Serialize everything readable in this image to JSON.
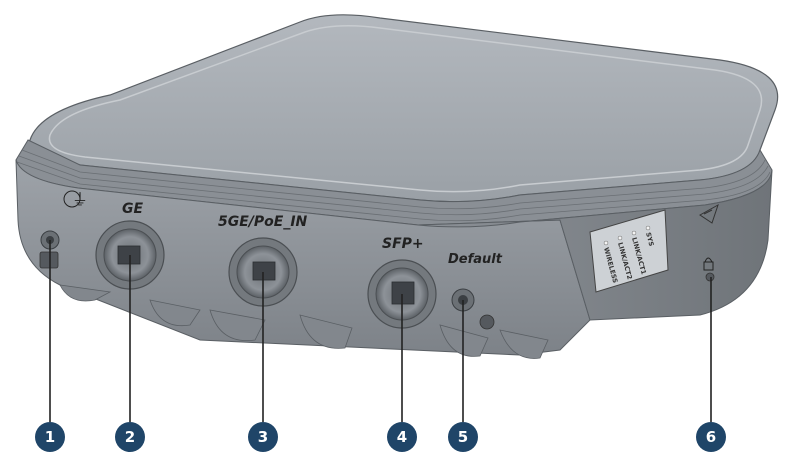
{
  "labels": {
    "ground_symbol": "⏚",
    "ge": "GE",
    "poe": "5GE/PoE_IN",
    "sfp": "SFP+",
    "default": "Default"
  },
  "leds": [
    "SYS",
    "LINK/ACT1",
    "LINK/ACT2",
    "WIRELESS"
  ],
  "callouts": [
    {
      "id": "1",
      "target": "ground-screw"
    },
    {
      "id": "2",
      "target": "ge-port"
    },
    {
      "id": "3",
      "target": "poe-port"
    },
    {
      "id": "4",
      "target": "sfp-port"
    },
    {
      "id": "5",
      "target": "default-button"
    },
    {
      "id": "6",
      "target": "lock-hole"
    }
  ],
  "colors": {
    "callout": "#1f4568",
    "body": "#8b9096",
    "top": "#a7acb2"
  }
}
